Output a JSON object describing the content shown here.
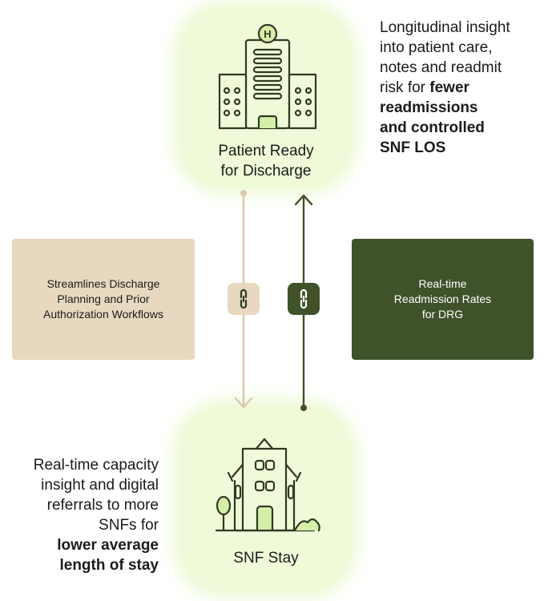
{
  "nodes": {
    "discharge": {
      "line1": "Patient Ready",
      "line2": "for Discharge",
      "icon": "hospital-icon"
    },
    "snf": {
      "label": "SNF Stay",
      "icon": "house-icon"
    }
  },
  "top_right_text": {
    "lines": [
      "Longitudinal insight",
      "into patient care,",
      "notes and readmit",
      "risk for "
    ],
    "bold_lines": [
      "fewer",
      "readmissions",
      "and controlled",
      "SNF LOS"
    ]
  },
  "bottom_left_text": {
    "lines": [
      "Real-time capacity",
      "insight and digital",
      "referrals to more",
      "SNFs for"
    ],
    "bold_lines": [
      "lower average",
      "length of stay"
    ]
  },
  "left_box": {
    "lines": [
      "Streamlines Discharge",
      "Planning and Prior",
      "Authorization Workflows"
    ]
  },
  "right_box": {
    "lines": [
      "Real-time",
      "Readmission Rates",
      "for DRG"
    ]
  },
  "link_icons": [
    "link-icon",
    "link-icon"
  ],
  "colors": {
    "blob": "#effad8",
    "tan": "#e7d8bf",
    "dark_green": "#3f5229",
    "outline": "#2f3a22"
  }
}
